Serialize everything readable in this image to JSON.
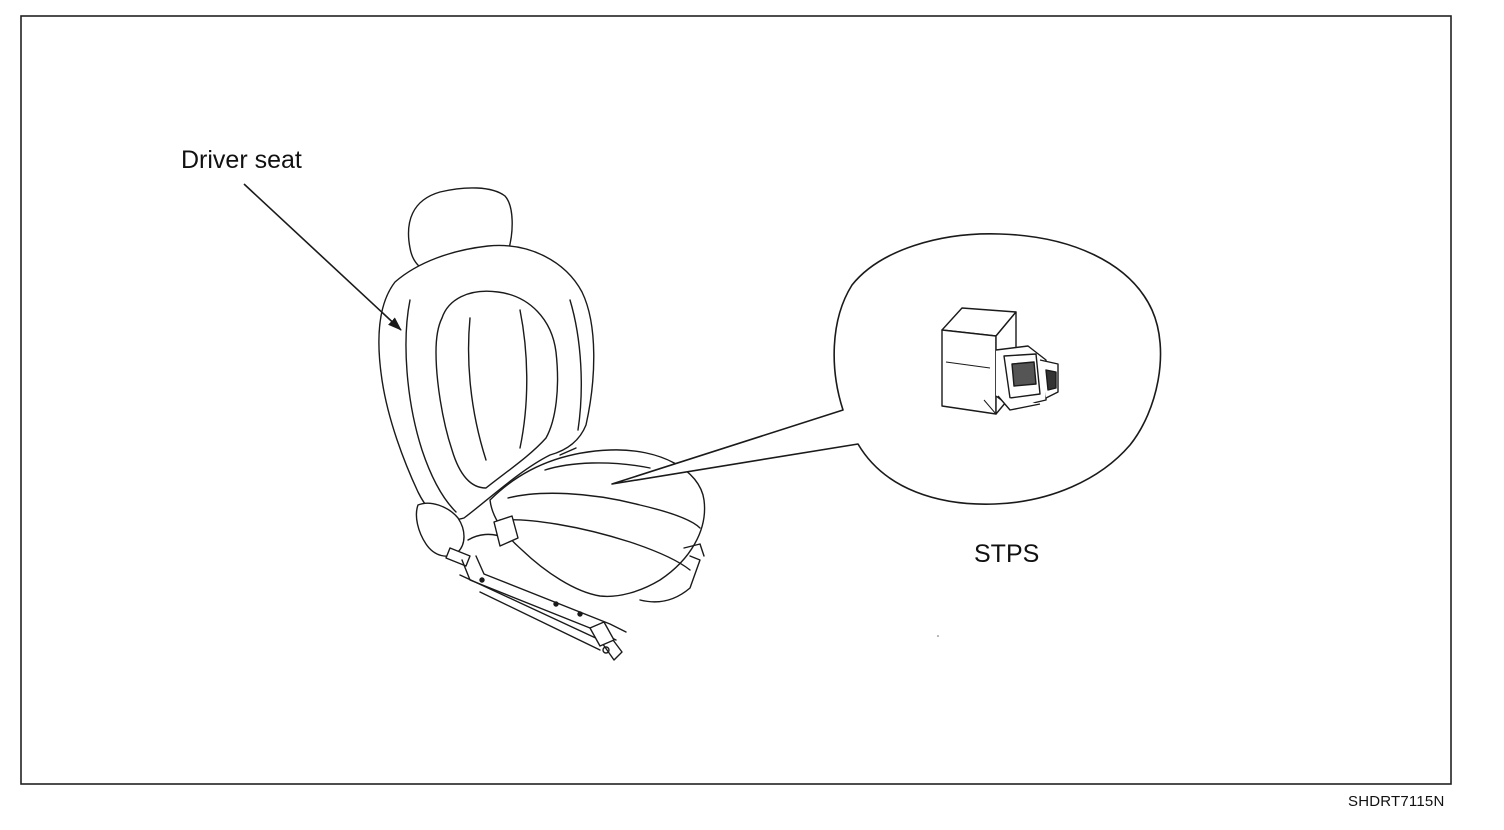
{
  "labels": {
    "driver_seat": "Driver seat",
    "sensor": "STPS"
  },
  "figure_code": "SHDRT7115N",
  "colors": {
    "line": "#1a1a1a",
    "background": "#ffffff",
    "frame": "#222222"
  }
}
